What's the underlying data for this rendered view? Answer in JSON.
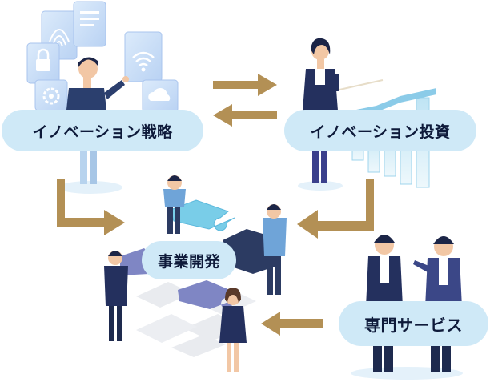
{
  "nodes": {
    "strategy": "イノベーション戦略",
    "investment": "イノベーション投資",
    "business_development": "事業開発",
    "specialized_services": "専門サービス"
  },
  "colors": {
    "arrow": "#b39055",
    "pill_bg": "#cfe9f7",
    "pill_text": "#0e1a3a",
    "navy": "#24305e",
    "puzzle_light_blue": "#79cde8",
    "puzzle_dark": "#2c3b62",
    "puzzle_purple": "#7f86c4",
    "puzzle_grey": "#e9ebef",
    "chart_bar": "#9fd4ec"
  },
  "icons": [
    "fingerprint-icon",
    "document-icon",
    "lock-icon",
    "wifi-icon",
    "gear-icon",
    "cloud-icon",
    "pointer-icon"
  ]
}
